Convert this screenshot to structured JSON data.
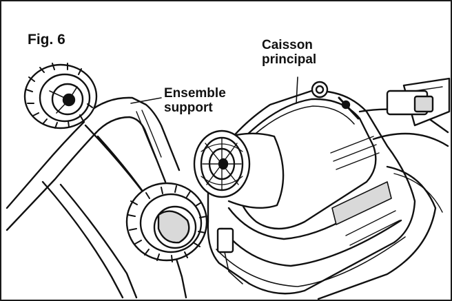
{
  "figure": {
    "label": "Fig. 6"
  },
  "callouts": {
    "support": {
      "line1": "Ensemble",
      "line2": "support"
    },
    "caisson": {
      "line1": "Caisson",
      "line2": "principal"
    }
  },
  "colors": {
    "stroke": "#111111",
    "fill": "#ffffff",
    "shade": "#d9d9d9"
  }
}
